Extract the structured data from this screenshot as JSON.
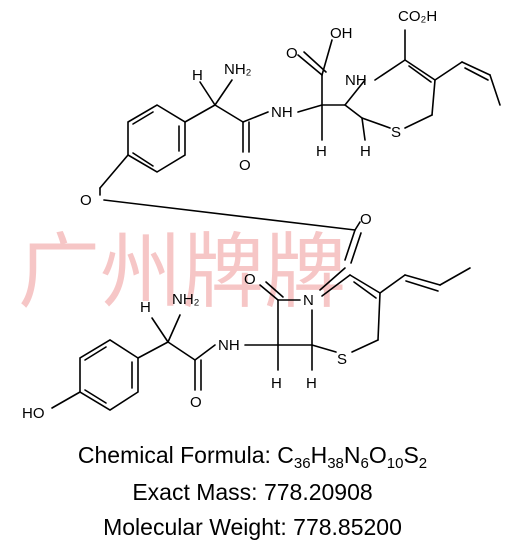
{
  "watermark": "广州牌牌",
  "formula": {
    "label": "Chemical Formula: ",
    "parts": [
      {
        "t": "C"
      },
      {
        "s": "36"
      },
      {
        "t": "H"
      },
      {
        "s": "38"
      },
      {
        "t": "N"
      },
      {
        "s": "6"
      },
      {
        "t": "O"
      },
      {
        "s": "10"
      },
      {
        "t": "S"
      },
      {
        "s": "2"
      }
    ]
  },
  "exact_mass": "Exact Mass: 778.20908",
  "molecular_weight": "Molecular Weight: 778.85200",
  "atoms": {
    "co2h": "CO₂H",
    "oh_top": "OH",
    "o_top": "O",
    "nh_top": "NH",
    "nh_amide_top": "NH",
    "nh2_top": "NH₂",
    "h_top": "H",
    "s_top": "S",
    "h_s_top": "H",
    "h_c_top": "H",
    "o_amide_top": "O",
    "o_ether": "O",
    "o_ketone": "O",
    "o_lactam": "O",
    "n_ring": "N",
    "s_bottom": "S",
    "h_bottom_1": "H",
    "h_bottom_2": "H",
    "nh_amide_bottom": "NH",
    "nh2_bottom": "NH₂",
    "h_bottom_amine": "H",
    "o_amide_bottom": "O",
    "ho": "HO"
  }
}
